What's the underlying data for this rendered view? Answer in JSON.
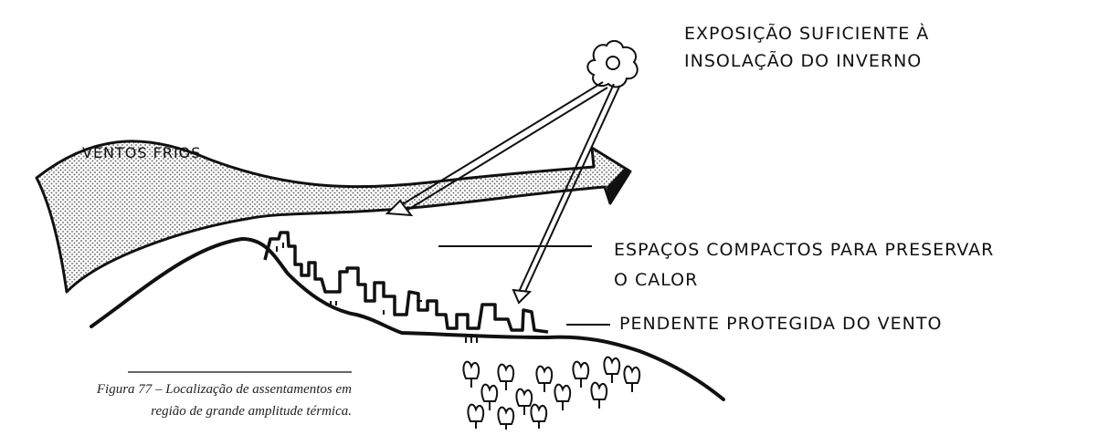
{
  "labels": {
    "winter_sun_line1": "EXPOSIÇÃO SUFICIENTE À",
    "winter_sun_line2": "INSOLAÇÃO DO INVERNO",
    "cold_winds": "VENTOS FRIOS",
    "compact_spaces_line1": "ESPAÇOS COMPACTOS PARA PRESERVAR",
    "compact_spaces_line2": "O CALOR",
    "sheltered_slope": "PENDENTE PROTEGIDA DO VENTO"
  },
  "caption": {
    "line1": "Figura 77 – Localização de assentamentos em",
    "line2": "região de grande amplitude térmica."
  },
  "colors": {
    "ink": "#111111",
    "wind_fill_dots": "#555555",
    "background": "#ffffff"
  }
}
